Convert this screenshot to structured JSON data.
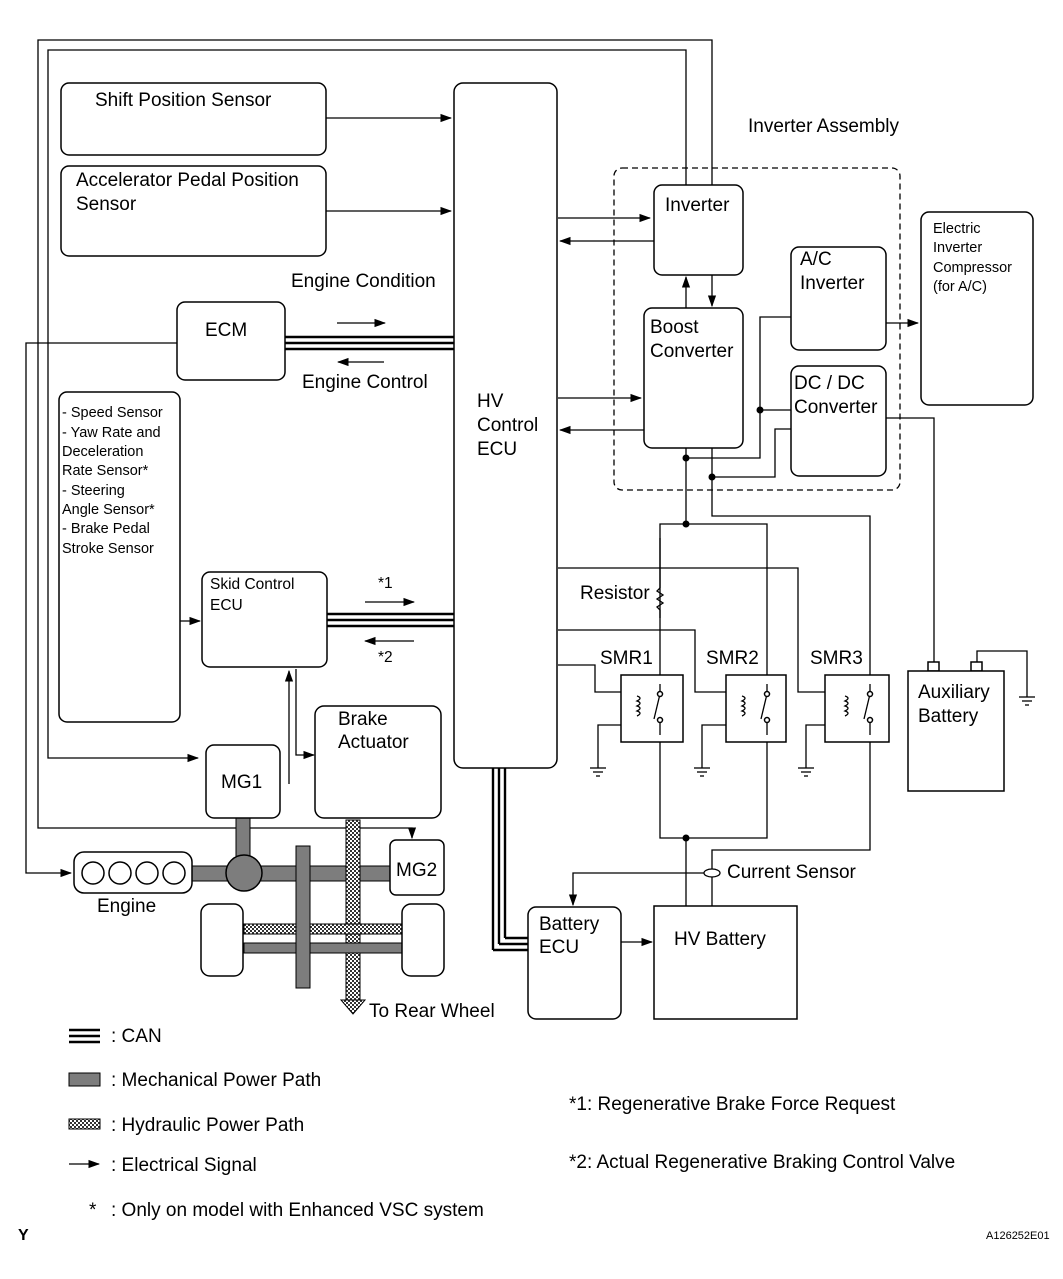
{
  "diagram": {
    "blocks": {
      "shift_position_sensor": "Shift Position Sensor",
      "accel_pedal_sensor": [
        "Accelerator Pedal Position",
        "Sensor"
      ],
      "ecm": "ECM",
      "hv_control_ecu": [
        "HV",
        "Control",
        "ECU"
      ],
      "sensor_list": [
        "- Speed Sensor",
        "- Yaw Rate and",
        "Deceleration",
        "Rate Sensor*",
        "- Steering",
        "Angle Sensor*",
        "- Brake Pedal",
        "Stroke Sensor"
      ],
      "skid_control_ecu": [
        "Skid Control",
        "ECU"
      ],
      "brake_actuator": [
        "Brake",
        "Actuator"
      ],
      "mg1": "MG1",
      "mg2": "MG2",
      "engine": "Engine",
      "inverter_assembly": "Inverter Assembly",
      "inverter": "Inverter",
      "boost_converter": [
        "Boost",
        "Converter"
      ],
      "ac_inverter": [
        "A/C",
        "Inverter"
      ],
      "dcdc_converter": [
        "DC / DC",
        "Converter"
      ],
      "electric_compressor": [
        "Electric",
        "Inverter",
        "Compressor",
        "(for A/C)"
      ],
      "resistor": "Resistor",
      "smr1": "SMR1",
      "smr2": "SMR2",
      "smr3": "SMR3",
      "auxiliary_battery": [
        "Auxiliary",
        "Battery"
      ],
      "current_sensor": "Current Sensor",
      "battery_ecu": [
        "Battery",
        "ECU"
      ],
      "hv_battery": "HV Battery"
    },
    "signals": {
      "engine_condition": "Engine Condition",
      "engine_control": "Engine Control",
      "note1_mark": "*1",
      "note2_mark": "*2",
      "to_rear_wheel": "To Rear Wheel"
    },
    "legend": {
      "can": ": CAN",
      "mechanical": ": Mechanical Power Path",
      "hydraulic": ": Hydraulic Power Path",
      "electrical": ": Electrical Signal",
      "asterisk_mark": "*",
      "asterisk_note": ": Only on model with Enhanced VSC system"
    },
    "notes": {
      "note1": "*1: Regenerative Brake Force Request",
      "note2": "*2: Actual Regenerative Braking Control Valve"
    },
    "footer": {
      "corner_letter": "Y",
      "figure_code": "A126252E01"
    }
  }
}
